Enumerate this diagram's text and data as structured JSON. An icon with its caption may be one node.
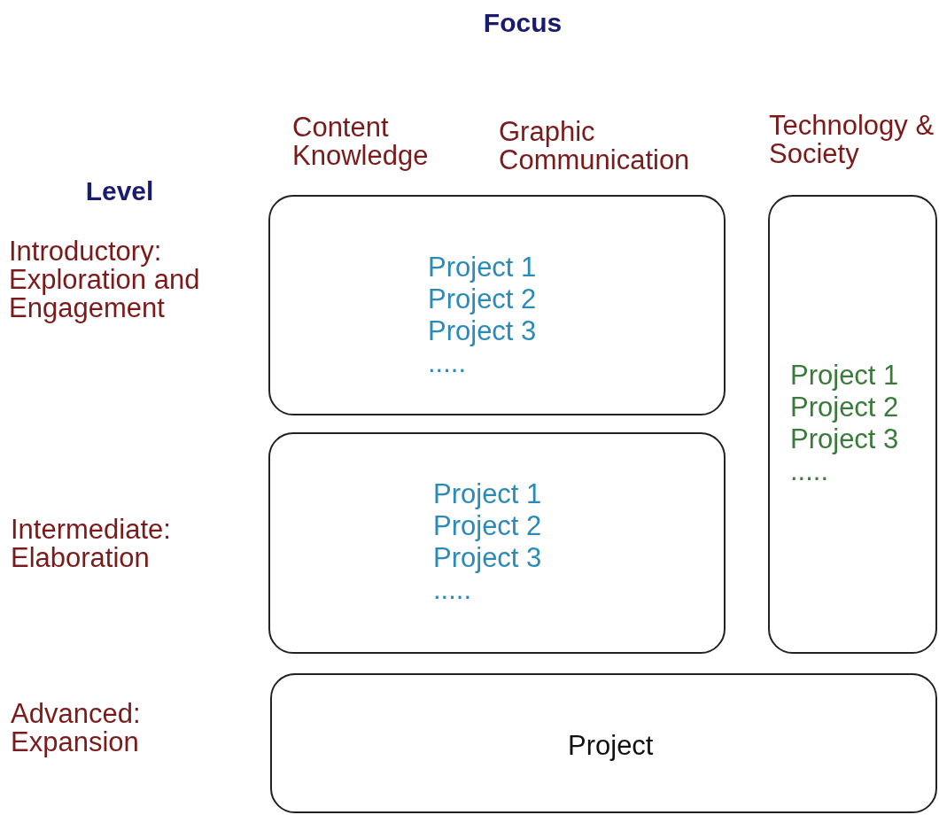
{
  "diagram": {
    "nodes": [
      {
        "text": [
          "Project 1",
          "Project 2",
          "Project 3",
          "....."
        ]
      },
      {
        "text": [
          "Project 1",
          "Project 2",
          "Project 3",
          "....."
        ]
      },
      {
        "text": [
          "Project 1",
          "Project 2",
          "Project 3",
          "....."
        ]
      },
      {
        "text": [
          "Project"
        ]
      }
    ],
    "labels": [
      "Focus",
      "Content Knowledge",
      "Graphic Communication",
      "Technology & Society",
      "Level",
      "Introductory: Exploration and Engagement",
      "Intermediate: Elaboration",
      "Advanced: Expansion"
    ]
  }
}
